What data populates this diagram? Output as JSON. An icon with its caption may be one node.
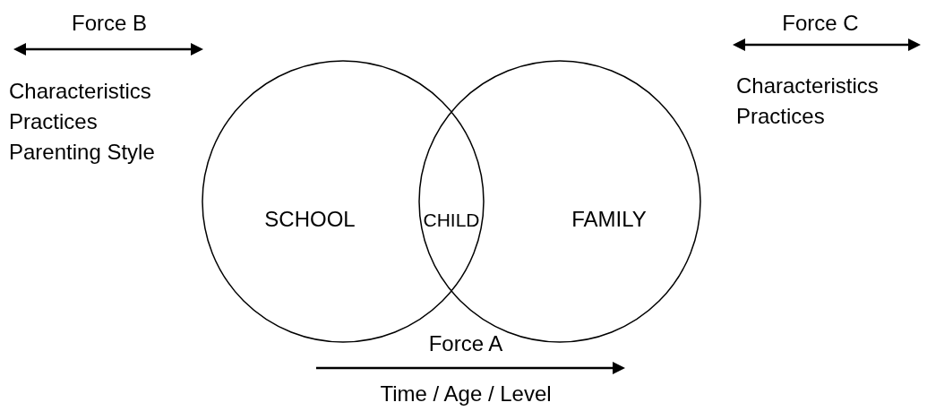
{
  "diagram": {
    "nodes": [
      {
        "text": [
          "SCHOOL"
        ]
      },
      {
        "text": [
          "FAMILY"
        ]
      }
    ],
    "labels": [
      "Force B",
      "Characteristics",
      "Practices",
      "Parenting Style",
      "Force C",
      "Characteristics",
      "Practices",
      "CHILD",
      "Force A",
      "Time / Age / Level"
    ]
  }
}
